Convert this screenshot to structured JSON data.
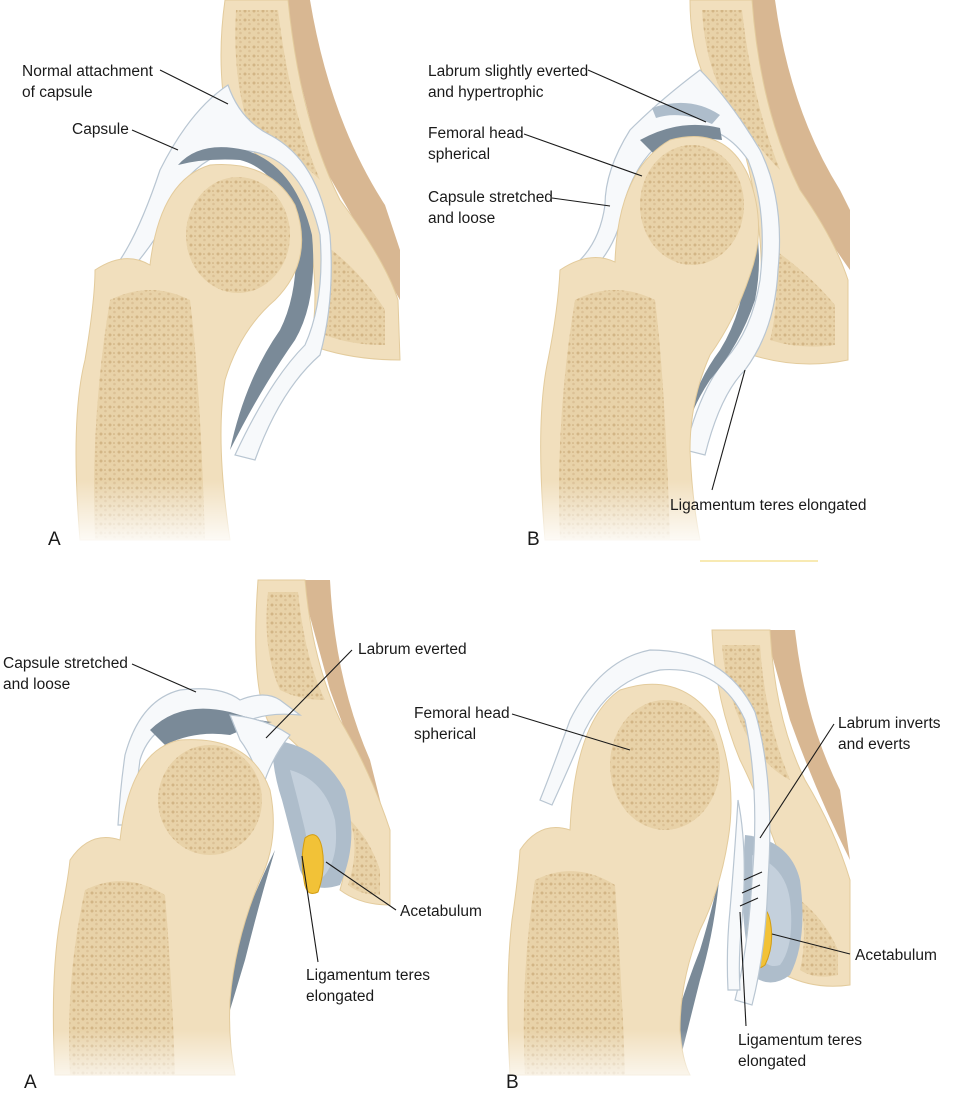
{
  "panels": {
    "top_left": {
      "letter": "A",
      "labels": {
        "normal_attachment": [
          "Normal attachment",
          "of capsule"
        ],
        "capsule": [
          "Capsule"
        ]
      }
    },
    "top_right": {
      "letter": "B",
      "labels": {
        "labrum": [
          "Labrum slightly everted",
          "and hypertrophic"
        ],
        "femoral_head": [
          "Femoral head",
          "spherical"
        ],
        "capsule": [
          "Capsule stretched",
          "and loose"
        ],
        "ligamentum": [
          "Ligamentum teres elongated"
        ]
      }
    },
    "bottom_left": {
      "letter": "A",
      "labels": {
        "capsule": [
          "Capsule stretched",
          "and loose"
        ],
        "labrum": [
          "Labrum everted"
        ],
        "acetabulum": [
          "Acetabulum"
        ],
        "ligamentum": [
          "Ligamentum teres",
          "elongated"
        ]
      }
    },
    "bottom_right": {
      "letter": "B",
      "labels": {
        "femoral_head": [
          "Femoral head",
          "spherical"
        ],
        "labrum": [
          "Labrum inverts",
          "and everts"
        ],
        "acetabulum": [
          "Acetabulum"
        ],
        "ligamentum": [
          "Ligamentum teres",
          "elongated"
        ]
      }
    }
  },
  "colors": {
    "bone": "#f1dfbd",
    "marrow": "#e6cfa5",
    "capsule_grey": "#7a8a98",
    "capsule_white": "#f7f9fb",
    "fat_pad": "#f2c237",
    "muscle": "#d8b792"
  }
}
